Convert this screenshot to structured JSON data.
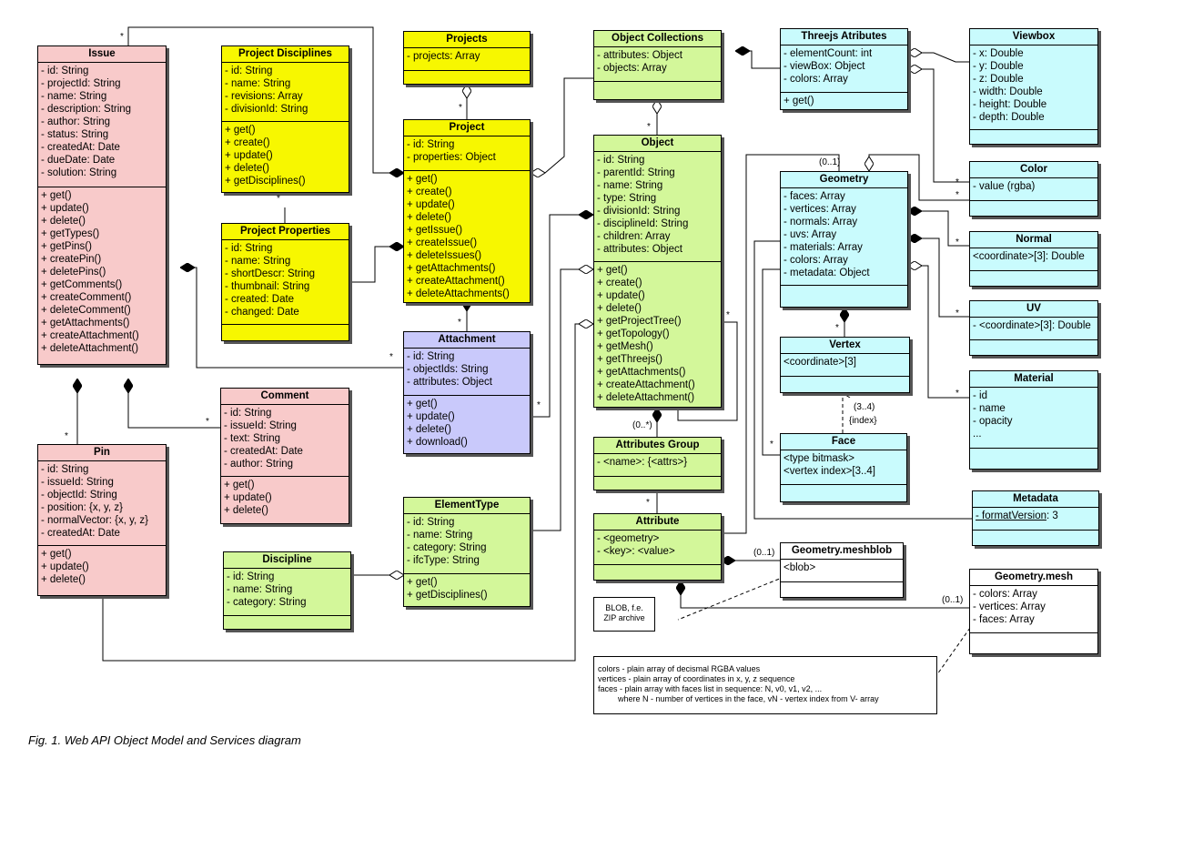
{
  "classes": {
    "issue": {
      "title": "Issue",
      "attributes": [
        "- id: String",
        "- projectId: String",
        "- name: String",
        "- description: String",
        "- author: String",
        "- status: String",
        "- createdAt: Date",
        "- dueDate: Date",
        "- solution: String"
      ],
      "operations": [
        "+ get()",
        "+ update()",
        "+ delete()",
        "+ getTypes()",
        "+ getPins()",
        "+ createPin()",
        "+ deletePins()",
        "+ getComments()",
        "+ createComment()",
        "+ deleteComment()",
        "+ getAttachments()",
        "+ createAttachment()",
        "+ deleteAttachment()"
      ]
    },
    "pin": {
      "title": "Pin",
      "attributes": [
        "- id: String",
        "- issueId: String",
        "- objectId: String",
        "- position: {x, y, z}",
        "- normalVector: {x, y, z}",
        "- createdAt: Date"
      ],
      "operations": [
        "+ get()",
        "+ update()",
        "+ delete()"
      ]
    },
    "comment": {
      "title": "Comment",
      "attributes": [
        "- id: String",
        "- issueId: String",
        "- text: String",
        "- createdAt: Date",
        "- author: String"
      ],
      "operations": [
        "+ get()",
        "+ update()",
        "+ delete()"
      ]
    },
    "project_disciplines": {
      "title": "Project Disciplines",
      "attributes": [
        "- id: String",
        "- name: String",
        "- revisions: Array",
        "- divisionId: String"
      ],
      "operations": [
        "+ get()",
        "+ create()",
        "+ update()",
        "+ delete()",
        "+ getDisciplines()"
      ]
    },
    "project_properties": {
      "title": "Project Properties",
      "attributes": [
        "- id: String",
        "- name: String",
        "- shortDescr: String",
        "- thumbnail: String",
        "- created: Date",
        "- changed: Date"
      ]
    },
    "projects": {
      "title": "Projects",
      "attributes": [
        "- projects: Array"
      ]
    },
    "project": {
      "title": "Project",
      "attributes": [
        "- id: String",
        "- properties: Object"
      ],
      "operations": [
        "+ get()",
        "+ create()",
        "+ update()",
        "+ delete()",
        "+ getIssue()",
        "+ createIssue()",
        "+ deleteIssues()",
        "+ getAttachments()",
        "+ createAttachment()",
        "+ deleteAttachments()"
      ]
    },
    "attachment": {
      "title": "Attachment",
      "attributes": [
        "- id: String",
        "- objectIds: String",
        "- attributes: Object"
      ],
      "operations": [
        "+ get()",
        "+ update()",
        "+ delete()",
        "+ download()"
      ]
    },
    "element_type": {
      "title": "ElementType",
      "attributes": [
        "- id: String",
        "- name: String",
        "- category: String",
        "- ifcType: String"
      ],
      "operations": [
        "+ get()",
        "+ getDisciplines()"
      ]
    },
    "discipline": {
      "title": "Discipline",
      "attributes": [
        "- id: String",
        "- name: String",
        "- category: String"
      ]
    },
    "object_collections": {
      "title": "Object Collections",
      "attributes": [
        "- attributes: Object",
        "- objects: Array"
      ]
    },
    "object": {
      "title": "Object",
      "attributes": [
        "- id: String",
        "- parentId: String",
        "- name: String",
        "- type: String",
        "- divisionId: String",
        "- disciplineId: String",
        "- children: Array",
        "- attributes: Object"
      ],
      "operations": [
        "+ get()",
        "+ create()",
        "+ update()",
        "+ delete()",
        "+ getProjectTree()",
        "+ getTopology()",
        "+ getMesh()",
        "+ getThreejs()",
        "+ getAttachments()",
        "+ createAttachment()",
        "+ deleteAttachment()"
      ]
    },
    "attributes_group": {
      "title": "Attributes Group",
      "attributes": [
        "- <name>: {<attrs>}"
      ]
    },
    "attribute": {
      "title": "Attribute",
      "attributes": [
        "- <geometry>",
        "- <key>: <value>"
      ]
    },
    "threejs_atributes": {
      "title": "Threejs Atributes",
      "attributes": [
        "- elementCount: int",
        "- viewBox: Object",
        "- colors: Array"
      ],
      "operations": [
        "+ get()"
      ]
    },
    "viewbox": {
      "title": "Viewbox",
      "attributes": [
        "- x: Double",
        "- y: Double",
        "- z: Double",
        "- width: Double",
        "- height: Double",
        "- depth: Double"
      ]
    },
    "color": {
      "title": "Color",
      "attributes": [
        "- value (rgba)"
      ]
    },
    "geometry": {
      "title": "Geometry",
      "attributes": [
        "- faces: Array",
        "- vertices: Array",
        "- normals: Array",
        "- uvs: Array",
        "- materials: Array",
        "- colors: Array",
        "- metadata: Object"
      ]
    },
    "normal": {
      "title": "Normal",
      "attributes": [
        "<coordinate>[3]: Double"
      ]
    },
    "uv": {
      "title": "UV",
      "attributes": [
        "- <coordinate>[3]: Double"
      ]
    },
    "vertex": {
      "title": "Vertex",
      "attributes": [
        "<coordinate>[3]"
      ]
    },
    "face": {
      "title": "Face",
      "attributes": [
        "<type bitmask>",
        "<vertex index>[3..4]"
      ]
    },
    "material": {
      "title": "Material",
      "attributes": [
        "- id",
        "- name",
        "- opacity",
        "..."
      ]
    },
    "metadata": {
      "title": "Metadata",
      "attributes_prefix": "- ",
      "attributes_key": "formatVersion",
      "attributes_value": ": 3"
    },
    "geometry_meshblob": {
      "title": "Geometry.meshblob",
      "attributes": [
        "<blob>"
      ]
    },
    "geometry_mesh": {
      "title": "Geometry.mesh",
      "attributes": [
        "- colors: Array",
        "- vertices: Array",
        "- faces: Array"
      ]
    }
  },
  "multiplicities": {
    "star": "*",
    "zero_to_one": "(0..1)",
    "zero_to_many": "(0..*)",
    "three_to_four": "(3..4)",
    "index": "{index}"
  },
  "notes": {
    "blob": [
      "BLOB, f.e.",
      "ZIP archive"
    ],
    "mesh": [
      "colors - plain array of decismal RGBA values",
      "vertices - plain array of coordinates in x, y, z sequence",
      "faces - plain array with faces list in sequence: N, v0, v1, v2, ...",
      "where N - number of vertices in the face, vN - vertex index from V- array"
    ]
  },
  "caption": "Fig. 1. Web API Object Model and Services diagram",
  "colors": {
    "pink": "#f8caca",
    "yellow": "#f7f700",
    "green": "#d3f79a",
    "cyan": "#c9fbfd",
    "violet": "#c9c9fb"
  }
}
